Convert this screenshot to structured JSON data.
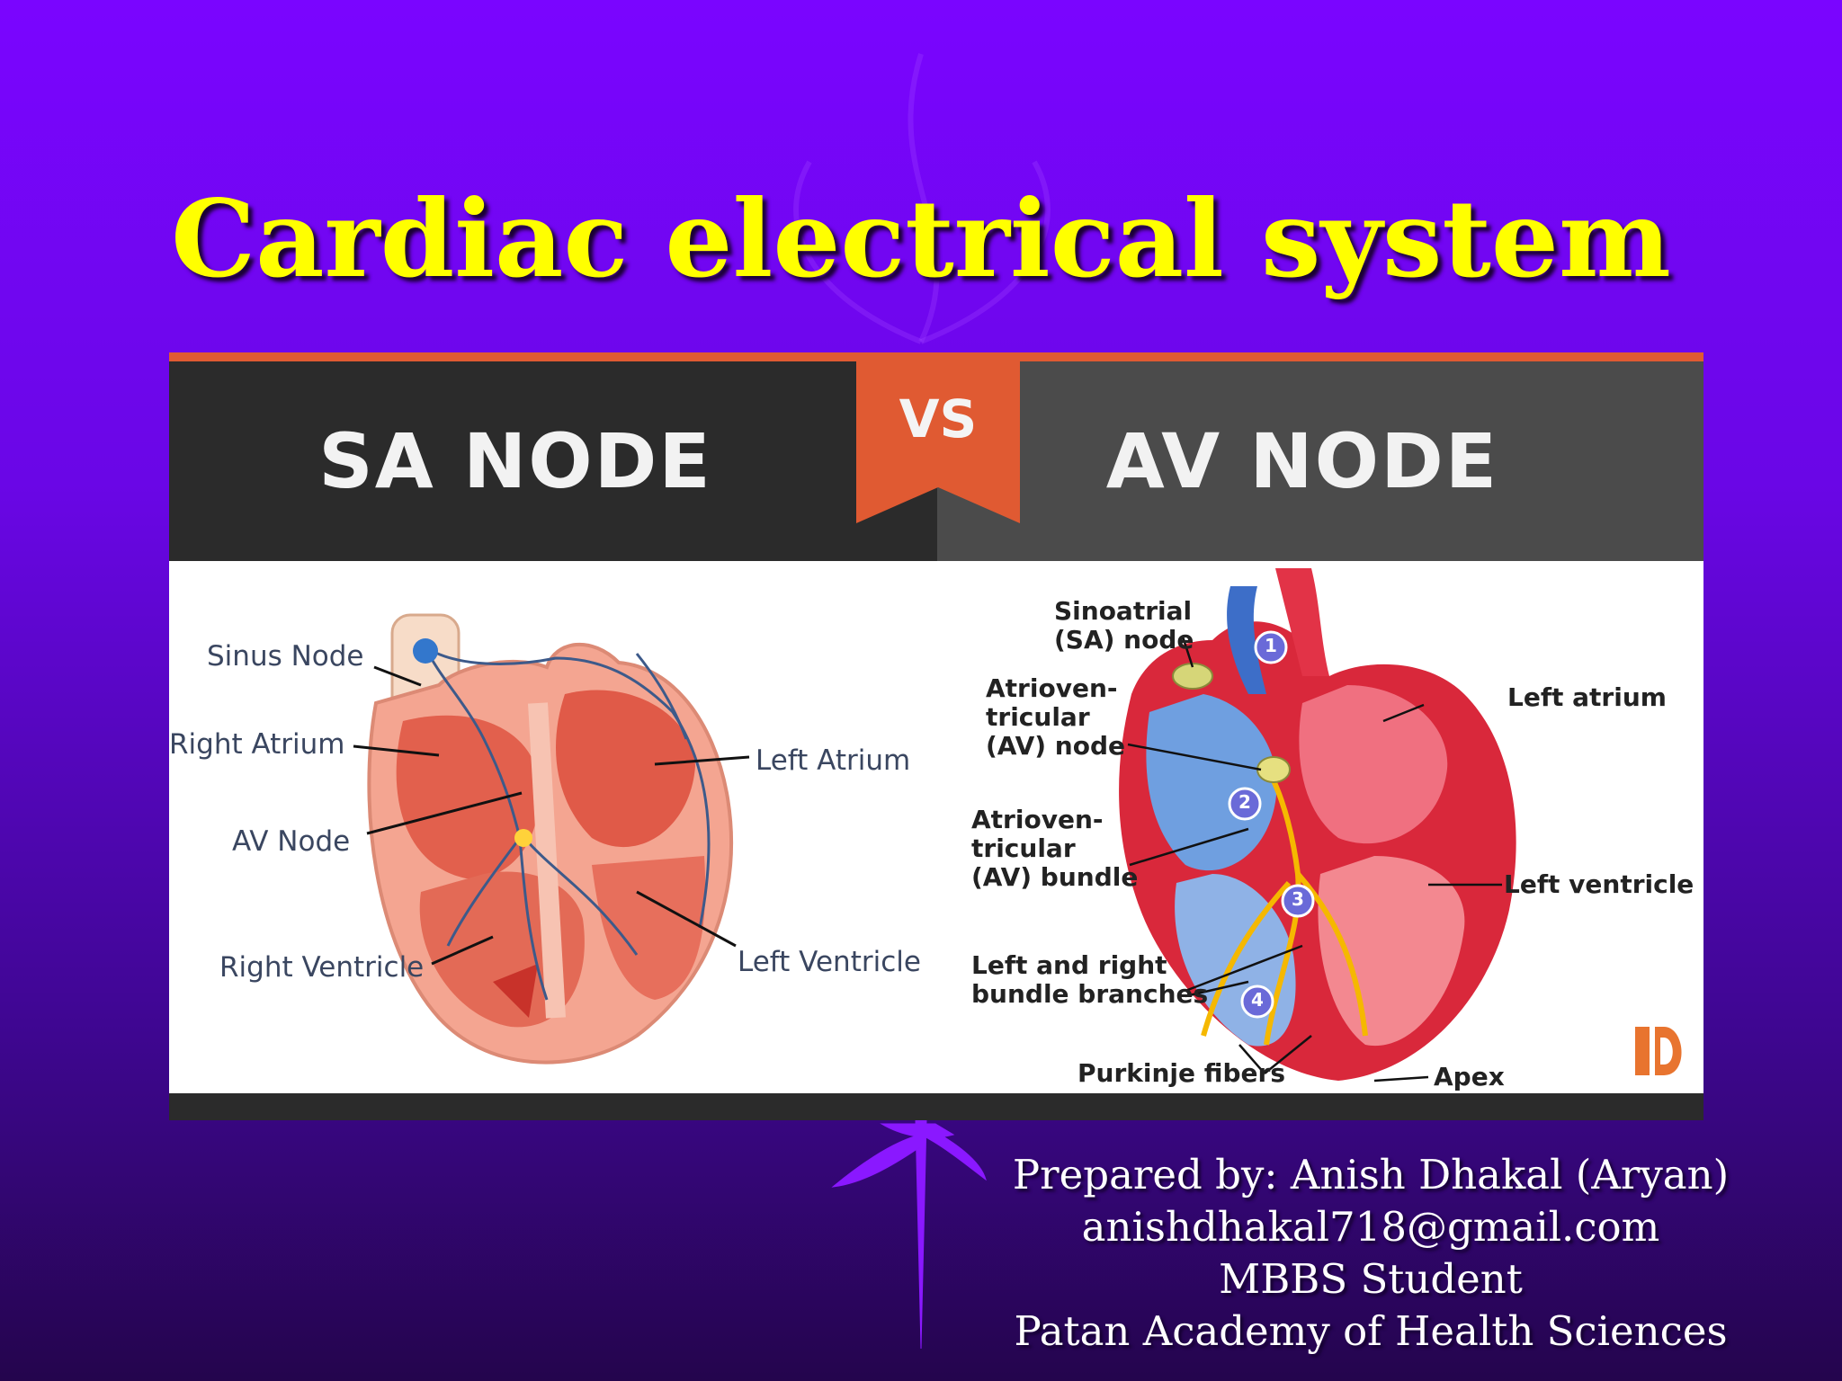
{
  "slide": {
    "title": "Cardiac electrical system"
  },
  "colors": {
    "background_top": "#7a05ff",
    "background_bottom": "#24054d",
    "title": "#ffff00",
    "banner_accent": "#e05a32"
  },
  "infographic": {
    "left_heading": "SA NODE",
    "vs_label": "VS",
    "right_heading": "AV NODE",
    "left_labels": {
      "sinus_node": "Sinus Node",
      "right_atrium": "Right Atrium",
      "av_node": "AV Node",
      "right_ventricle": "Right Ventricle",
      "left_atrium": "Left Atrium",
      "left_ventricle": "Left Ventricle"
    },
    "right_labels": {
      "sa_node_line1": "Sinoatrial",
      "sa_node_line2": "(SA) node",
      "av_node_line1": "Atrioven-",
      "av_node_line2": "tricular",
      "av_node_line3": "(AV) node",
      "av_bundle_line1": "Atrioven-",
      "av_bundle_line2": "tricular",
      "av_bundle_line3": "(AV) bundle",
      "bundle_branches_line1": "Left and right",
      "bundle_branches_line2": "bundle branches",
      "purkinje": "Purkinje fibers",
      "left_atrium": "Left atrium",
      "left_ventricle": "Left ventricle",
      "apex": "Apex"
    },
    "step_numbers": [
      "1",
      "2",
      "3",
      "4"
    ],
    "logo_icon": "brand-logo-icon"
  },
  "credits": {
    "line1": "Prepared by: Anish Dhakal (Aryan)",
    "line2": "anishdhakal718@gmail.com",
    "line3": "MBBS Student",
    "line4": "Patan Academy of Health Sciences"
  }
}
